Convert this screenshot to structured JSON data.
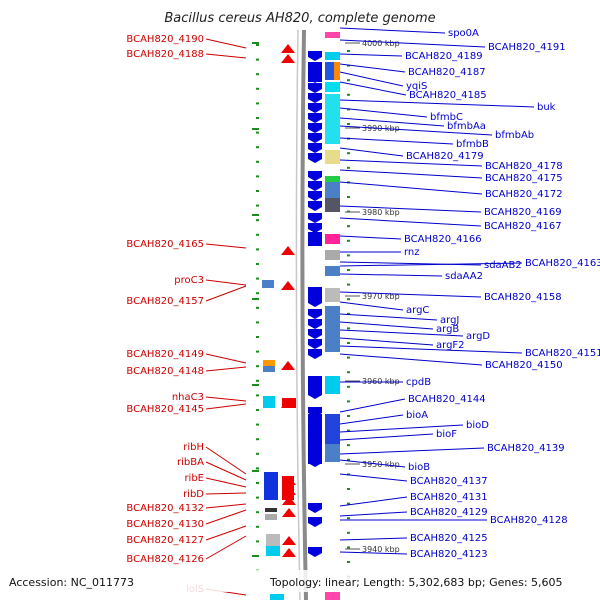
{
  "title": "Bacillus cereus AH820, complete genome",
  "accession": "Accession: NC_011773",
  "topology": "Topology: linear; Length: 5,302,683 bp; Genes: 5,605",
  "colors": {
    "left_label": "#cc0000",
    "right_label": "#0000cc",
    "forward_gene": "#ee0000",
    "reverse_gene": "#0000dd",
    "tick": "#1a8f1a",
    "backbone": "#888888"
  },
  "kbp_markers": [
    "4000 kbp",
    "3990 kbp",
    "3980 kbp",
    "3970 kbp",
    "3960 kbp",
    "3950 kbp",
    "3940 kbp"
  ],
  "left_labels": [
    "BCAH820_4190",
    "BCAH820_4188",
    "BCAH820_4165",
    "proC3",
    "BCAH820_4157",
    "BCAH820_4149",
    "BCAH820_4148",
    "nhaC3",
    "BCAH820_4145",
    "ribH",
    "ribBA",
    "ribE",
    "ribD",
    "BCAH820_4132",
    "BCAH820_4130",
    "BCAH820_4127",
    "BCAH820_4126",
    "lolS"
  ],
  "right_labels": [
    "spo0A",
    "BCAH820_4191",
    "BCAH820_4189",
    "BCAH820_4187",
    "yqiS",
    "BCAH820_4185",
    "buk",
    "bfmbC",
    "bfmbAa",
    "bfmbAb",
    "bfmbB",
    "BCAH820_4179",
    "BCAH820_4178",
    "BCAH820_4175",
    "BCAH820_4172",
    "BCAH820_4169",
    "BCAH820_4167",
    "BCAH820_4166",
    "rnz",
    "sdaAB2",
    "BCAH820_4163",
    "sdaAA2",
    "BCAH820_4158",
    "argC",
    "argJ",
    "argB",
    "argD",
    "argF2",
    "BCAH820_4151",
    "BCAH820_4150",
    "cpdB",
    "BCAH820_4144",
    "bioA",
    "bioD",
    "bioF",
    "BCAH820_4139",
    "bioB",
    "BCAH820_4137",
    "BCAH820_4131",
    "BCAH820_4129",
    "BCAH820_4128",
    "BCAH820_4125",
    "BCAH820_4123"
  ]
}
